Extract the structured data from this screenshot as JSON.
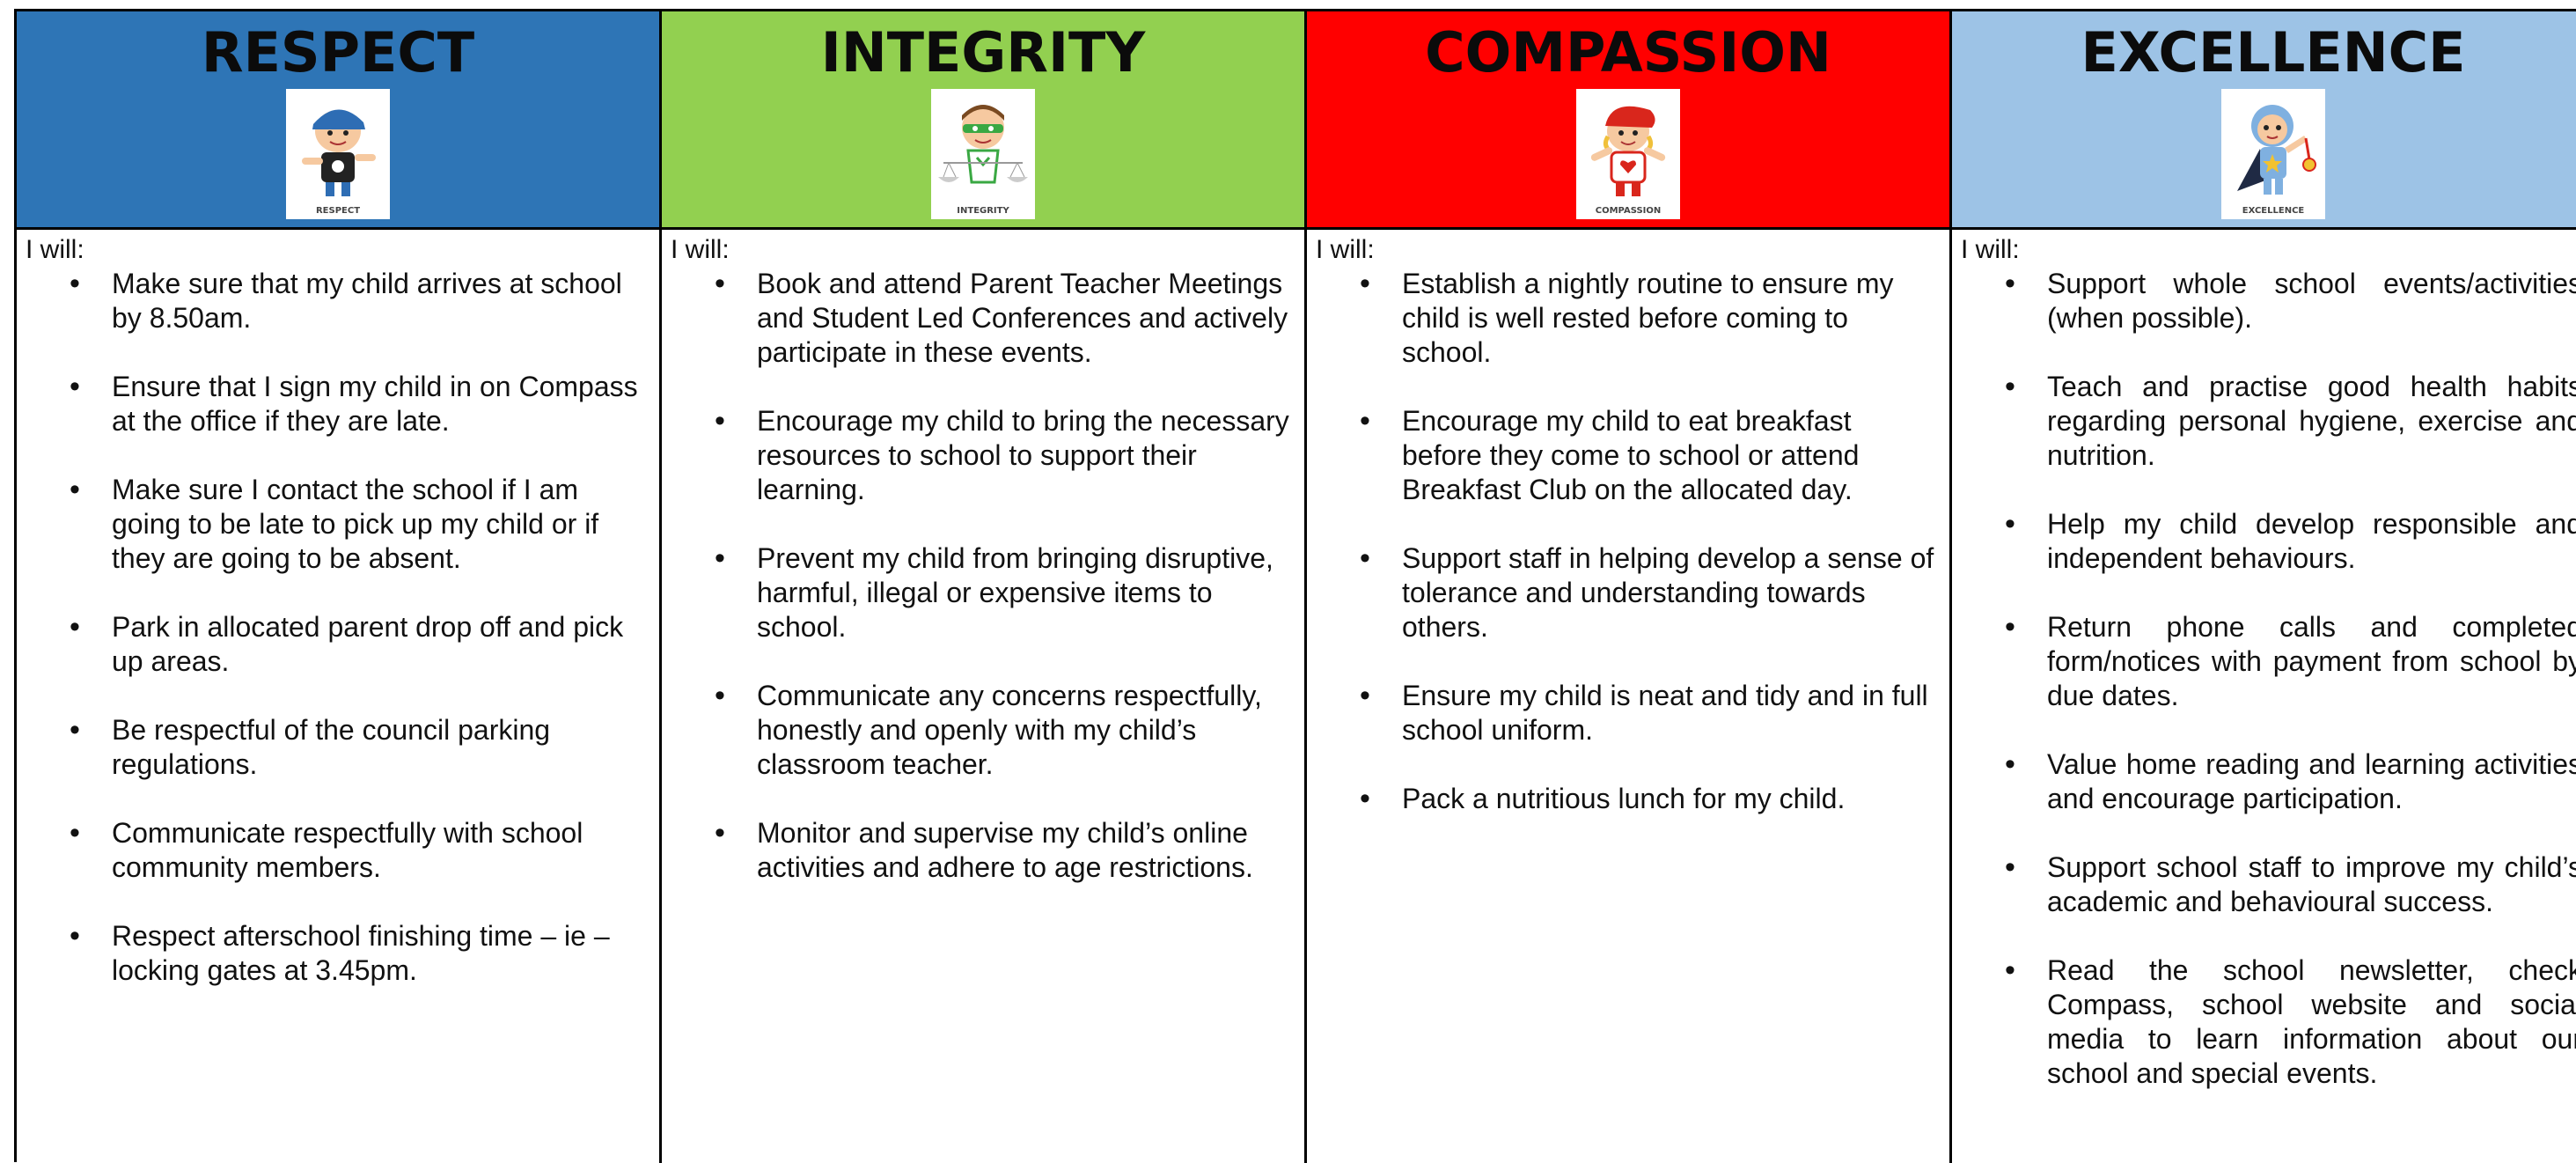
{
  "columns": [
    {
      "title": "RESPECT",
      "color": "#2e75b6",
      "badge_caption": "RESPECT",
      "badge_icon": "child-bandana-icon",
      "intro": "I will:",
      "items": [
        "Make sure that my child arrives at school by 8.50am.",
        "Ensure that I sign my child in on Compass at the office if they are late.",
        "Make sure I contact the school if I am going to be late to pick up my child or if they are going to be absent.",
        "Park in allocated parent drop off and pick up areas.",
        "Be respectful of the council parking regulations.",
        "Communicate respectfully with school community members.",
        "Respect afterschool finishing time – ie – locking gates at 3.45pm."
      ]
    },
    {
      "title": "INTEGRITY",
      "color": "#92d050",
      "badge_caption": "INTEGRITY",
      "badge_icon": "masked-child-scales-icon",
      "intro": "I will:",
      "items": [
        "Book and attend Parent Teacher Meetings and Student Led Conferences and actively participate in these events.",
        "Encourage my child to bring the necessary resources to school to support their learning.",
        "Prevent my child from bringing disruptive, harmful, illegal or expensive items to school.",
        "Communicate any concerns respectfully, honestly and openly with my child’s classroom teacher.",
        "Monitor and supervise my child’s online activities and adhere to age restrictions."
      ]
    },
    {
      "title": "COMPASSION",
      "color": "#ff0000",
      "badge_caption": "COMPASSION",
      "badge_icon": "child-heart-icon",
      "intro": "I will:",
      "items": [
        "Establish a nightly routine to ensure my child is well rested before coming to school.",
        "Encourage my child to eat breakfast before they come to school or attend Breakfast Club on the allocated day.",
        "Support staff in helping develop a sense of tolerance and understanding towards others.",
        "Ensure my child is neat and tidy and in full school uniform.",
        "Pack a nutritious lunch for my child."
      ]
    },
    {
      "title": "EXCELLENCE",
      "color": "#9dc3e6",
      "badge_caption": "EXCELLENCE",
      "badge_icon": "child-cape-medal-icon",
      "intro": "I will:",
      "items": [
        "Support whole school events/activities (when possible).",
        "Teach and practise good health habits regarding personal hygiene, exercise and nutrition.",
        "Help my child develop responsible and independent behaviours.",
        "Return phone calls and completed form/notices with payment from school by due dates.",
        "Value home reading and learning activities and encourage participation.",
        "Support school staff to improve my child’s academic and behavioural success.",
        "Read the school newsletter, check Compass, school website and social media to learn information about our school and special events."
      ]
    }
  ]
}
